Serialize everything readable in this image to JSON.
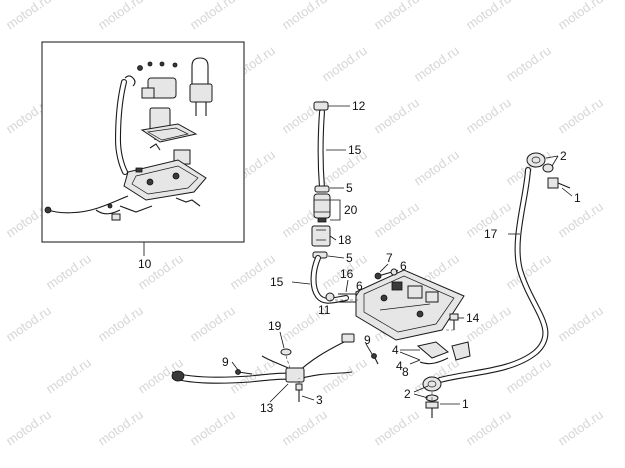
{
  "watermark": "motod.ru",
  "callouts": {
    "c1a": "1",
    "c1b": "1",
    "c2a": "2",
    "c2b": "2",
    "c3": "3",
    "c4a": "4",
    "c4b": "4",
    "c5a": "5",
    "c5b": "5",
    "c6a": "6",
    "c6b": "6",
    "c7": "7",
    "c8": "8",
    "c9a": "9",
    "c9b": "9",
    "c10": "10",
    "c11": "11",
    "c12": "12",
    "c13": "13",
    "c14": "14",
    "c15a": "15",
    "c15b": "15",
    "c16": "16",
    "c17": "17",
    "c18": "18",
    "c19": "19",
    "c20": "20"
  }
}
